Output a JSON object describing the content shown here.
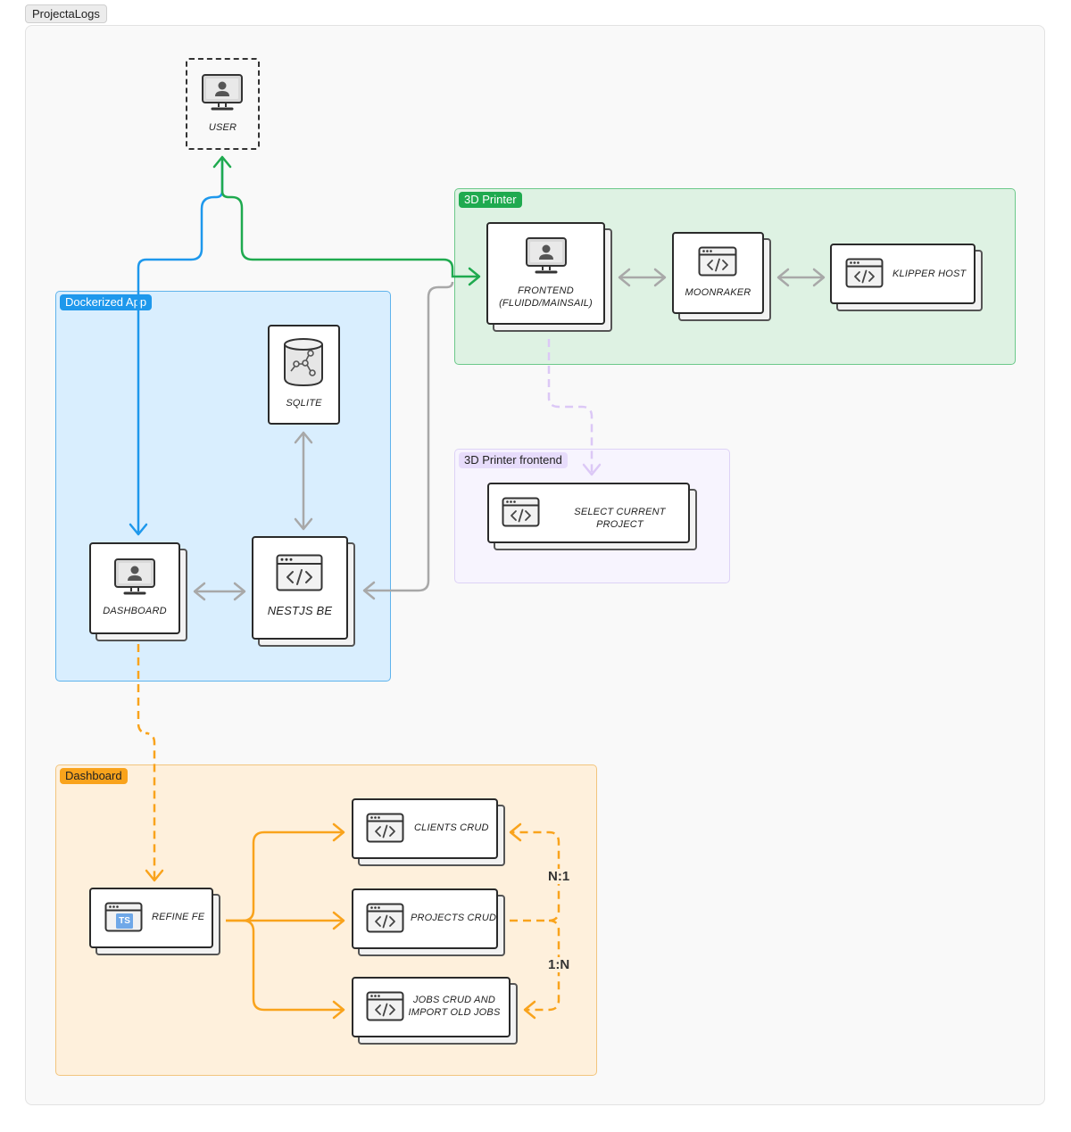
{
  "app_title": "ProjectaLogs",
  "groups": {
    "docker": "Dockerized App",
    "printer": "3D Printer",
    "printer_frontend": "3D Printer frontend",
    "dashboard": "Dashboard"
  },
  "nodes": {
    "user": "USER",
    "sqlite": "SQLITE",
    "dashboard": "DASHBOARD",
    "nestjs": "NESTJS BE",
    "frontend_l1": "FRONTEND",
    "frontend_l2": "(FLUIDD/MAINSAIL)",
    "moonraker": "MOONRAKER",
    "klipper": "KLIPPER HOST",
    "select_project": "SELECT CURRENT PROJECT",
    "refine": "REFINE FE",
    "clients": "CLIENTS CRUD",
    "projects": "PROJECTS CRUD",
    "jobs_l1": "JOBS CRUD AND",
    "jobs_l2": "IMPORT OLD JOBS",
    "ts_badge": "TS"
  },
  "relations": {
    "n1": "N:1",
    "one_n": "1:N"
  },
  "icons": [
    "monitor-user-icon",
    "database-icon",
    "code-window-icon",
    "typescript-window-icon"
  ],
  "colors": {
    "blue": "#1e98ec",
    "green": "#1faa4f",
    "orange": "#f9a31c",
    "lavender": "#dcc8f6",
    "gray": "#a8a8a8"
  }
}
